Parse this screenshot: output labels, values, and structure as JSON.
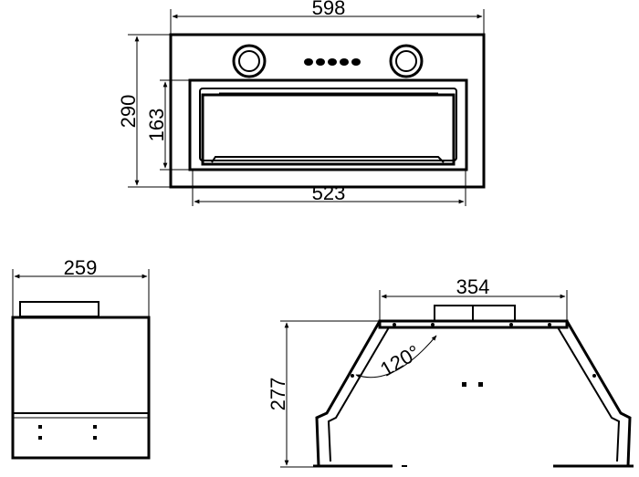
{
  "front_view": {
    "width_label": "598",
    "height_label": "290",
    "inner_height_label": "163",
    "inner_width_label": "523",
    "indicator_count": 5
  },
  "side_view": {
    "depth_label": "259"
  },
  "back_view": {
    "top_width_label": "354",
    "height_label": "277",
    "angle_label": "120°"
  }
}
